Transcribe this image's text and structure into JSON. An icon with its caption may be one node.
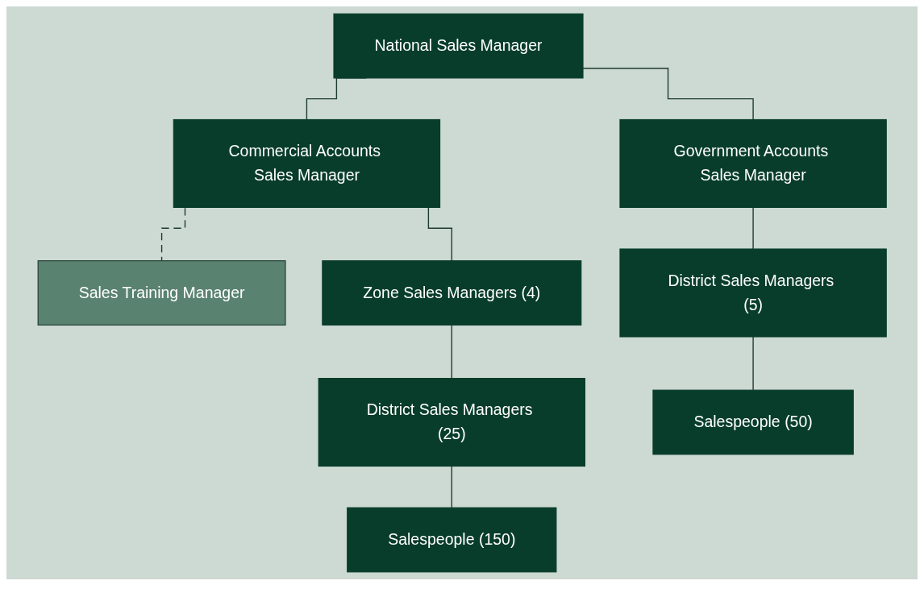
{
  "diagram": {
    "nodes": [
      {
        "text": [
          "National Sales Manager"
        ]
      },
      {
        "text": [
          "Commercial Accounts Sales Manager"
        ]
      },
      {
        "text": [
          "Government Accounts Sales Manager"
        ]
      },
      {
        "text": [
          "Sales Training Manager"
        ]
      },
      {
        "text": [
          "Zone Sales Managers (4)"
        ]
      },
      {
        "text": [
          "District Sales Managers (25)"
        ]
      },
      {
        "text": [
          "Salespeople (150)"
        ]
      },
      {
        "text": [
          "District Sales Managers (5)"
        ]
      },
      {
        "text": [
          "Salespeople (50)"
        ]
      }
    ],
    "edges": [
      {
        "from": 0,
        "to": 1,
        "arrow": "none"
      },
      {
        "from": 0,
        "to": 2,
        "arrow": "none"
      },
      {
        "from": 1,
        "to": 3,
        "arrow": "none",
        "style": "dashed"
      },
      {
        "from": 1,
        "to": 4,
        "arrow": "none"
      },
      {
        "from": 4,
        "to": 5,
        "arrow": "none"
      },
      {
        "from": 5,
        "to": 6,
        "arrow": "none"
      },
      {
        "from": 2,
        "to": 7,
        "arrow": "none"
      },
      {
        "from": 7,
        "to": 8,
        "arrow": "none"
      }
    ]
  }
}
